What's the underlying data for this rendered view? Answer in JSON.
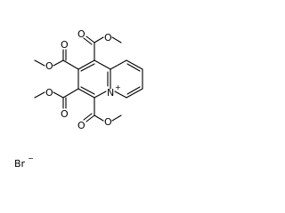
{
  "structure": {
    "atom_labels": {
      "o1": "O",
      "o2": "O",
      "o3": "O",
      "o4": "O",
      "o5": "O",
      "o6": "O",
      "o7": "O",
      "o8": "O",
      "n": "N",
      "n_charge": "+"
    },
    "counter_ion": "Br",
    "counter_ion_charge": "−"
  }
}
